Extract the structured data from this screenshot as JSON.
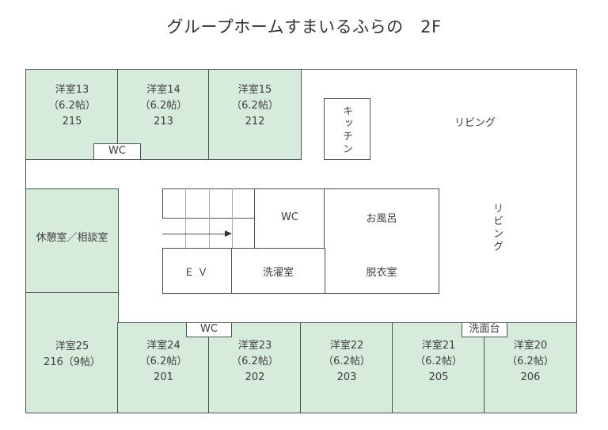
{
  "title": "グループホームすまいるふらの　2F",
  "colors": {
    "room_fill": "#d7ebdd",
    "wall": "#4a5550",
    "background": "#ffffff"
  },
  "top_rooms": [
    {
      "name": "洋室13",
      "size": "（6.2帖）",
      "number": "215"
    },
    {
      "name": "洋室14",
      "size": "（6.2帖）",
      "number": "213"
    },
    {
      "name": "洋室15",
      "size": "（6.2帖）",
      "number": "212"
    }
  ],
  "top_wc": "WC",
  "kitchen": "キッチン",
  "living_top": "リビング",
  "living_right": "リビング",
  "lounge": "休憩室／相談室",
  "core": {
    "wc": "WC",
    "bath": "お風呂",
    "ev": "ＥＶ",
    "laundry": "洗濯室",
    "dressing": "脱衣室"
  },
  "room25": {
    "name": "洋室25",
    "detail": "216（9帖）"
  },
  "bottom_rooms": [
    {
      "name": "洋室24",
      "size": "（6.2帖）",
      "number": "201"
    },
    {
      "name": "洋室23",
      "size": "（6.2帖）",
      "number": "202"
    },
    {
      "name": "洋室22",
      "size": "（6.2帖）",
      "number": "203"
    },
    {
      "name": "洋室21",
      "size": "（6.2帖）",
      "number": "205"
    },
    {
      "name": "洋室20",
      "size": "（6.2帖）",
      "number": "206"
    }
  ],
  "bottom_wc": "WC",
  "washstand": "洗面台"
}
